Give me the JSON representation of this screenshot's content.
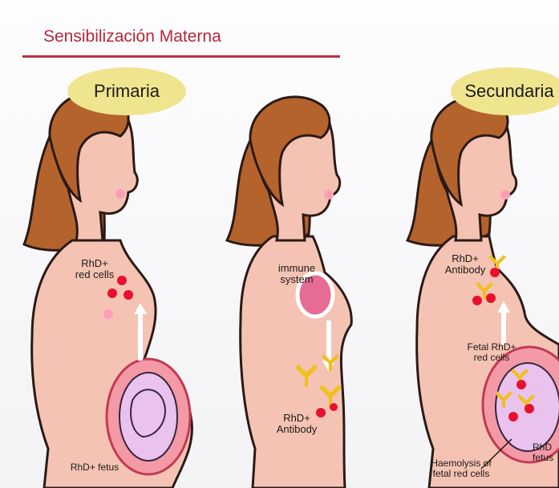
{
  "title": "Sensibilización Materna",
  "stages": {
    "primary": "Primaria",
    "secondary": "Secundaria"
  },
  "labels": {
    "rhd_red_cells": "RhD+\nred cells",
    "rhd_fetus_1": "RhD+ fetus",
    "immune_system": "immune\nsystem",
    "rhd_antibody_2": "RhD+\nAntibody",
    "rhd_antibody_3": "RhD+\nAntibody",
    "fetal_red_cells": "Fetal RhD+\nred cells",
    "haemolysis": "Haemolysis of\nfetal red cells",
    "rhd_fetus_3": "RhD\nfetus"
  },
  "colors": {
    "title": "#b5283a",
    "skin": "#f5c3b3",
    "hair": "#b5632c",
    "outline": "#2a1a16",
    "oval": "#efe58f",
    "blood_cell": "#e8112d",
    "antibody": "#f0c020",
    "immune_organ": "#e66b95",
    "womb": "#f39aa6",
    "fetus": "#eac2ee"
  }
}
